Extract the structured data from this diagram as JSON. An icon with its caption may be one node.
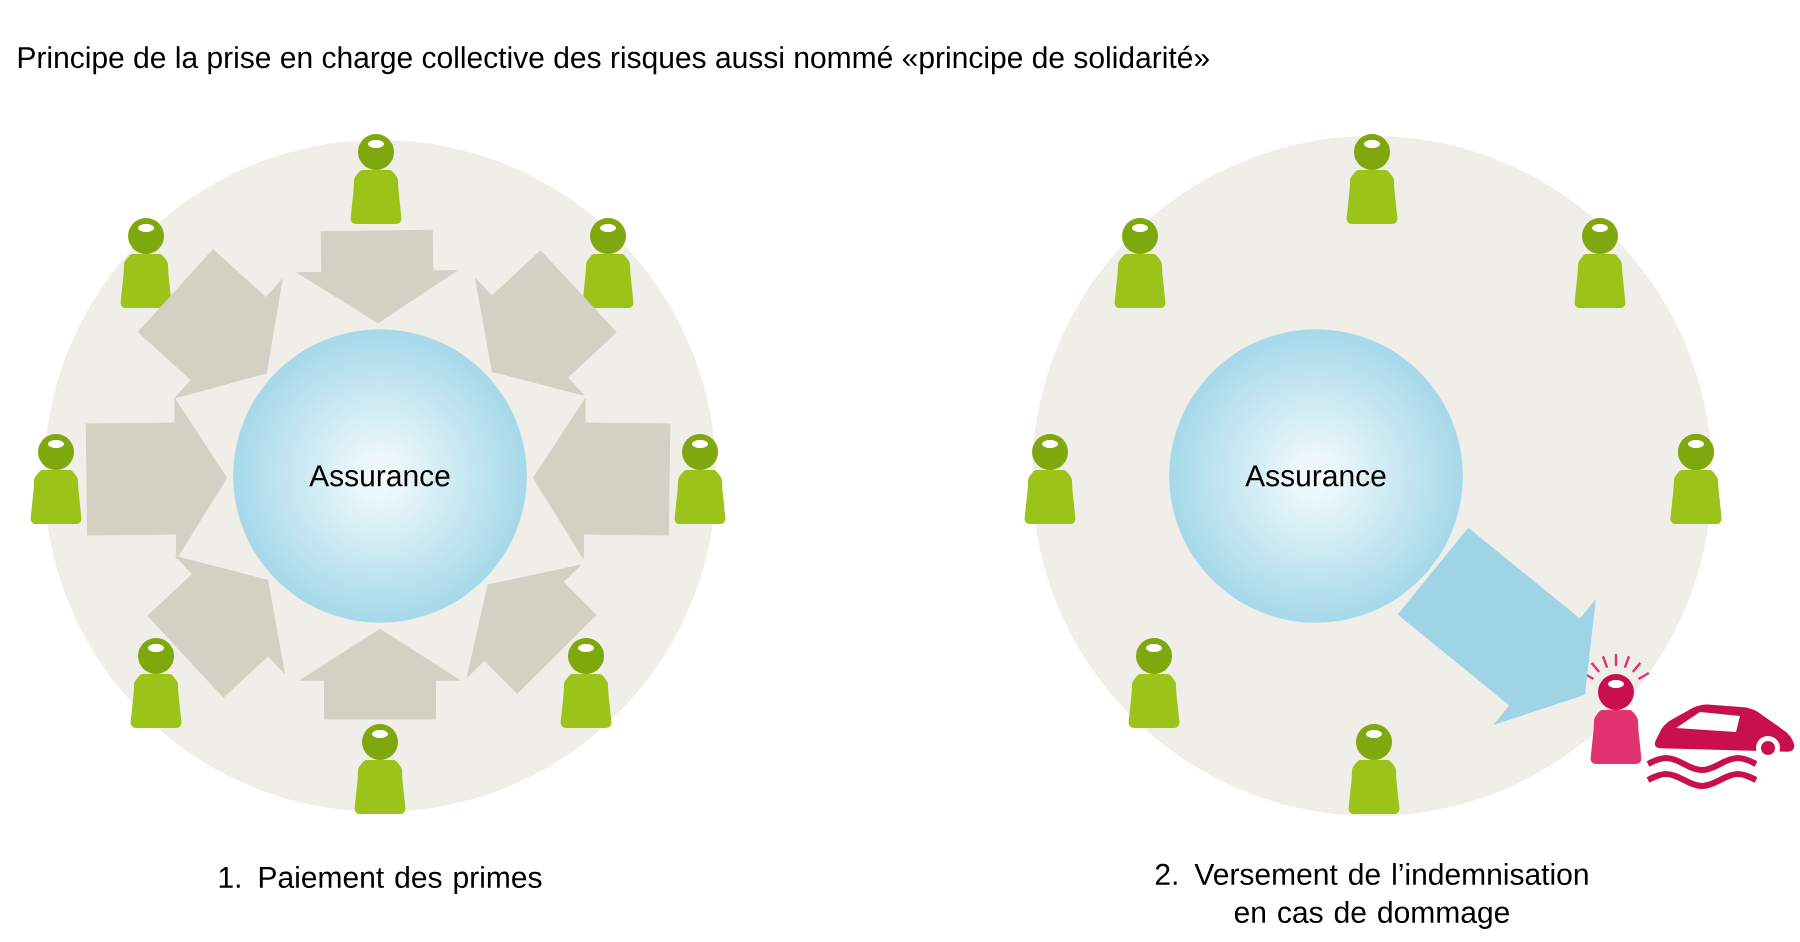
{
  "diagram": {
    "title": "Principe de la prise en charge collective des risques aussi nommé «principe de solidarité»",
    "nodes": [
      {
        "text": [
          "Assurance"
        ]
      },
      {
        "text": [],
        "shape": "person"
      },
      {
        "text": [],
        "shape": "person"
      },
      {
        "text": [],
        "shape": "person"
      },
      {
        "text": [],
        "shape": "person"
      },
      {
        "text": [],
        "shape": "person"
      },
      {
        "text": [],
        "shape": "person"
      },
      {
        "text": [],
        "shape": "person"
      },
      {
        "text": [],
        "shape": "person"
      },
      {
        "text": [
          "Assurance"
        ]
      },
      {
        "text": [],
        "shape": "person"
      },
      {
        "text": [],
        "shape": "person"
      },
      {
        "text": [],
        "shape": "person"
      },
      {
        "text": [],
        "shape": "person"
      },
      {
        "text": [],
        "shape": "person"
      },
      {
        "text": [],
        "shape": "person"
      },
      {
        "text": [],
        "shape": "person"
      },
      {
        "text": [],
        "shape": "person"
      },
      {
        "text": [],
        "shape": "person"
      }
    ],
    "edges": [
      {
        "from": 1,
        "to": 0,
        "arrow": "to"
      },
      {
        "from": 2,
        "to": 0,
        "arrow": "to"
      },
      {
        "from": 3,
        "to": 0,
        "arrow": "to"
      },
      {
        "from": 4,
        "to": 0,
        "arrow": "to"
      },
      {
        "from": 5,
        "to": 0,
        "arrow": "to"
      },
      {
        "from": 6,
        "to": 0,
        "arrow": "to"
      },
      {
        "from": 7,
        "to": 0,
        "arrow": "to"
      },
      {
        "from": 8,
        "to": 0,
        "arrow": "to"
      },
      {
        "from": 9,
        "to": 18,
        "arrow": "to",
        "color": "#9fd3e6"
      }
    ],
    "labels": [
      "1. Paiement des primes",
      "2. Versement de l’indemnisation en cas de dommage"
    ]
  }
}
